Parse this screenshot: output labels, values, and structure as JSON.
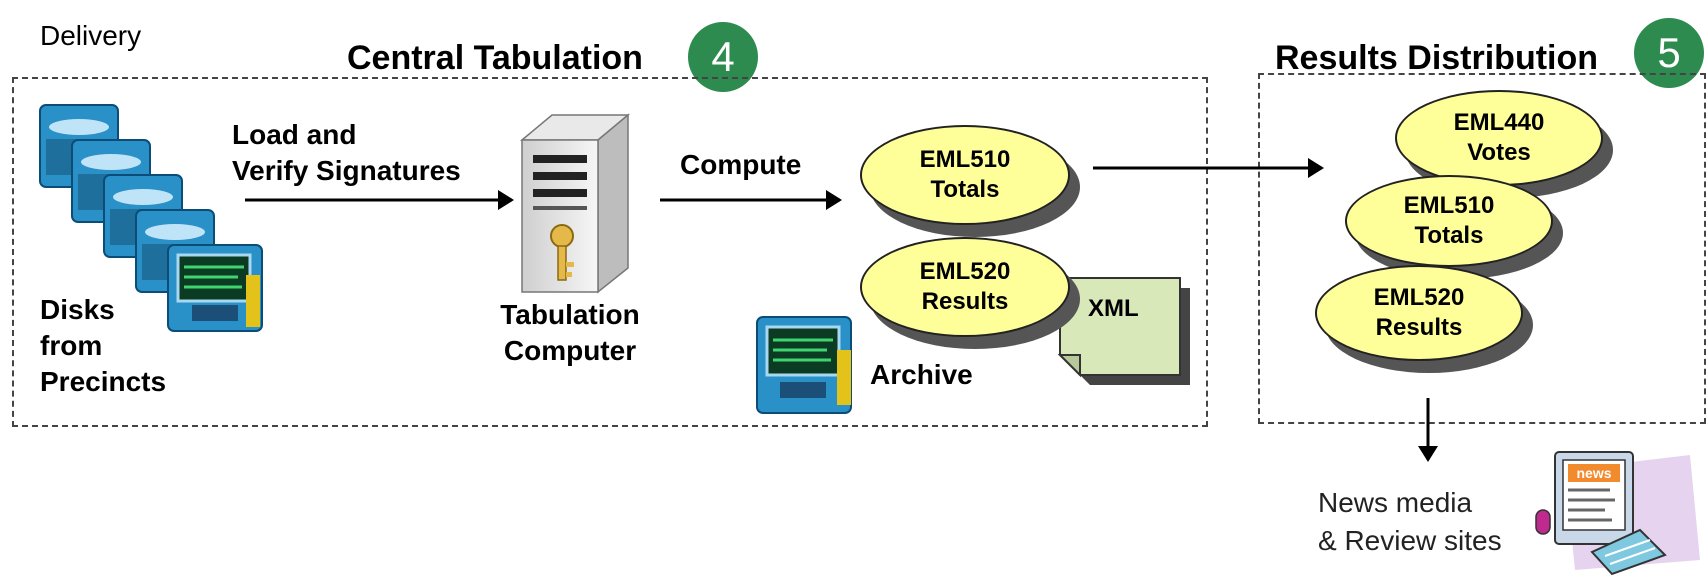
{
  "delivery": {
    "label": "Delivery"
  },
  "central": {
    "title": "Central Tabulation",
    "badge": "4"
  },
  "results_dist": {
    "title": "Results Distribution",
    "badge": "5"
  },
  "disks": {
    "label_lines": [
      "Disks",
      "from",
      "Precincts"
    ]
  },
  "load_label_lines": [
    "Load and",
    "Verify Signatures"
  ],
  "computer": {
    "label_lines": [
      "Tabulation",
      "Computer"
    ]
  },
  "compute_label": "Compute",
  "eml510_central": {
    "lines": [
      "EML510",
      "Totals"
    ]
  },
  "eml520_central": {
    "lines": [
      "EML520",
      "Results"
    ]
  },
  "xml_label": "XML",
  "archive_label": "Archive",
  "eml440": {
    "lines": [
      "EML440",
      "Votes"
    ]
  },
  "eml510_dist": {
    "lines": [
      "EML510",
      "Totals"
    ]
  },
  "eml520_dist": {
    "lines": [
      "EML520",
      "Results"
    ]
  },
  "news": {
    "lines": [
      "News media",
      "& Review sites"
    ],
    "sign_text": "news"
  },
  "colors": {
    "badge": "#2e8b4f",
    "ellipse_fill": "#ffff99",
    "xml_fill": "#d9e8b8"
  }
}
